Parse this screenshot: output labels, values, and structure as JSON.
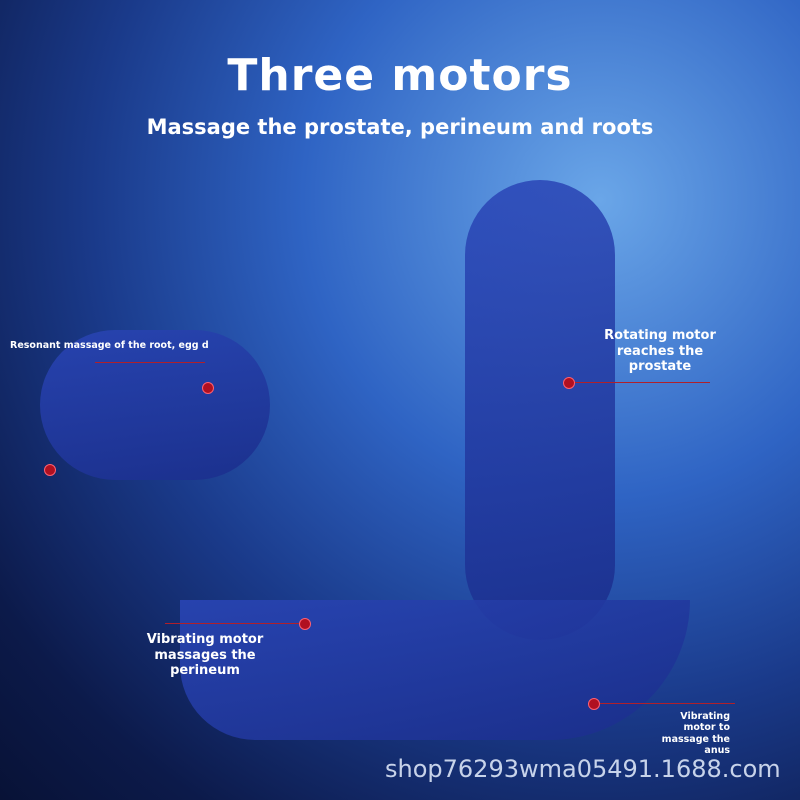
{
  "header": {
    "title": "Three motors",
    "subtitle": "Massage the prostate, perineum and roots"
  },
  "annotations": [
    {
      "id": "root",
      "text": "Resonant massage of the root, egg d"
    },
    {
      "id": "rotating",
      "text": "Rotating motor reaches the prostate"
    },
    {
      "id": "perineum",
      "text": "Vibrating motor massages the perineum"
    },
    {
      "id": "anus",
      "text": "Vibrating motor to massage the anus"
    }
  ],
  "watermark": "shop76293wma05491.1688.com",
  "colors": {
    "background_dark": "#081236",
    "background_light": "#6aa6e8",
    "product": "#2a46b8",
    "marker": "#b01020"
  }
}
